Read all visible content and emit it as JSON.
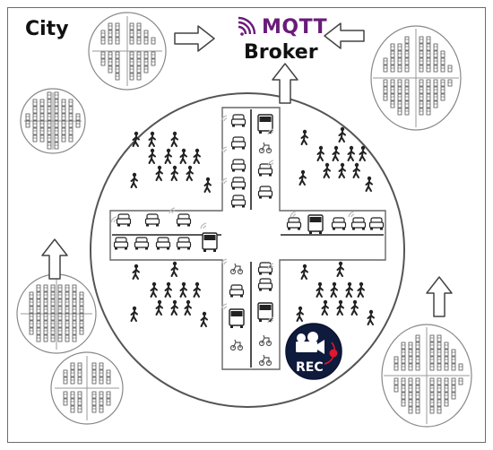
{
  "city_label": "City",
  "broker": {
    "logo_text": "MQTT",
    "label": "Broker",
    "logo_icon": "mqtt-signal-icon",
    "logo_color": "#6a1b7a"
  },
  "recorder": {
    "label": "REC",
    "icon": "video-camera-icon",
    "indicator_color": "#e0182d",
    "background_color": "#0f1b3d"
  },
  "district_clusters": 6,
  "road_grid": {
    "orientation": "cross",
    "pedestrian_groups": 4
  },
  "colors": {
    "outline": "#555555",
    "icon": "#222222"
  }
}
